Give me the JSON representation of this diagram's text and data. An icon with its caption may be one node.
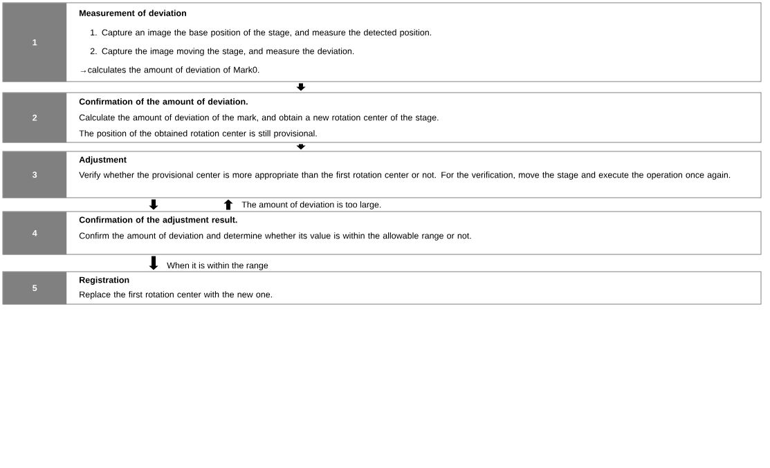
{
  "diagram": {
    "nodes": [
      {
        "text": [
          "1",
          "Measurement of deviation",
          "1. Capture an image the base position of the stage, and measure the detected position.",
          "2. Capture the image moving the stage, and measure the deviation.",
          "→calculates the amount of deviation of Mark0."
        ]
      },
      {
        "text": [
          "2",
          "Confirmation of the amount of deviation.",
          "Calculate the amount of deviation of the mark, and obtain a new rotation center of the stage.",
          "The position of the obtained rotation center is still provisional."
        ]
      },
      {
        "text": [
          "3",
          "Adjustment",
          "Verify whether the provisional center is more appropriate than the first rotation center or not. For the verification, move the stage and execute the operation once again."
        ]
      },
      {
        "text": [
          "4",
          "Confirmation of the adjustment result.",
          "Confirm the amount of deviation and determine whether its value is within the allowable range or not."
        ]
      },
      {
        "text": [
          "5",
          "Registration",
          "Replace the first rotation center with the new one."
        ]
      }
    ],
    "edges": [
      {
        "from": 0,
        "to": 1,
        "arrow": "to"
      },
      {
        "from": 1,
        "to": 2,
        "arrow": "to"
      },
      {
        "from": 2,
        "to": 3,
        "arrow": "to"
      },
      {
        "from": 3,
        "to": 2,
        "arrow": "to",
        "label": "The amount of deviation is too large."
      },
      {
        "from": 3,
        "to": 4,
        "arrow": "to",
        "label": "When it is within the range"
      }
    ]
  }
}
